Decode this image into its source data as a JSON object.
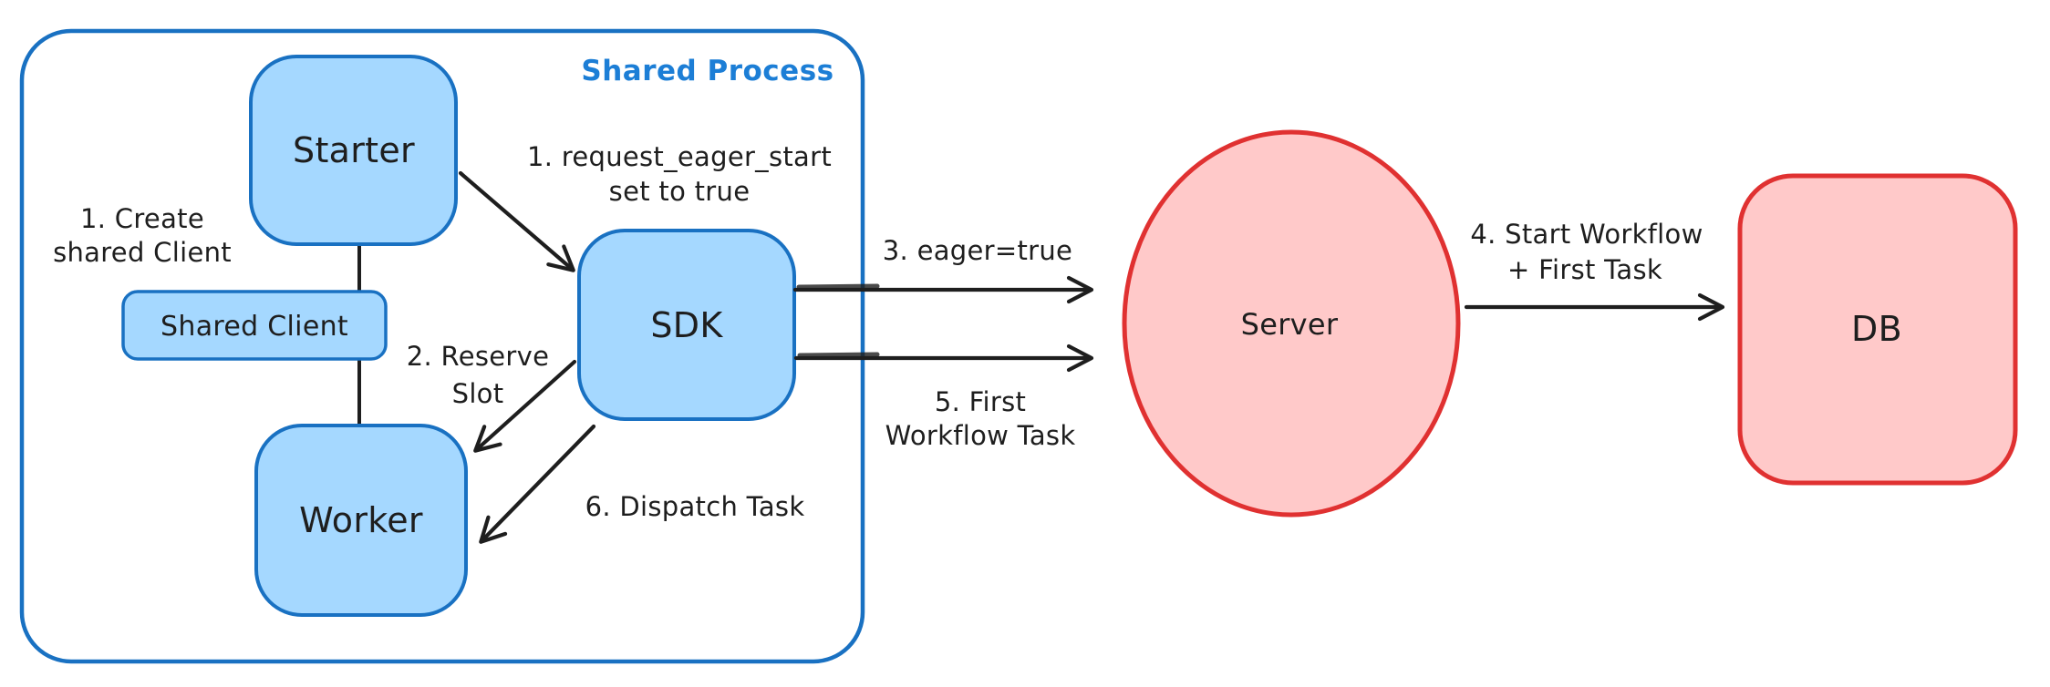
{
  "diagram": {
    "frame": {
      "label": "Shared Process"
    },
    "nodes": {
      "starter": "Starter",
      "shared_client": "Shared Client",
      "worker": "Worker",
      "sdk": "SDK",
      "server": "Server",
      "db": "DB"
    },
    "annotations": {
      "step1_create": {
        "line1": "1. Create",
        "line2": "shared Client"
      },
      "step1_request": {
        "line1": "1. request_eager_start",
        "line2": "set to true"
      },
      "step2": {
        "line1": "2. Reserve",
        "line2": "Slot"
      },
      "step3": {
        "text": "3. eager=true"
      },
      "step4": {
        "line1": "4. Start Workflow",
        "line2": "+ First Task"
      },
      "step5": {
        "line1": "5. First",
        "line2": "Workflow Task"
      },
      "step6": {
        "text": "6. Dispatch Task"
      }
    },
    "colors": {
      "blue_stroke": "#1971c2",
      "blue_fill": "#a5d8ff",
      "blue_text": "#1c7ed6",
      "red_stroke": "#e03131",
      "red_fill": "#ffc9c9",
      "ink": "#1e1e1e",
      "background": "#ffffff"
    }
  }
}
